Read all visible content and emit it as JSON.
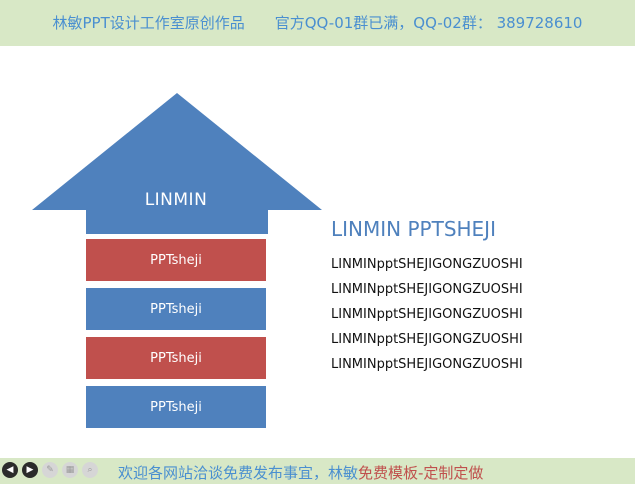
{
  "header": {
    "text": "林敏PPT设计工作室原创作品　　官方QQ-01群已满，QQ-02群： 389728610"
  },
  "slide": {
    "arrow_label": "LINMIN",
    "bars": [
      {
        "label": "PPTsheji",
        "color": "#c0504d"
      },
      {
        "label": "PPTsheji",
        "color": "#4f81bd"
      },
      {
        "label": "PPTsheji",
        "color": "#c0504d"
      },
      {
        "label": "PPTsheji",
        "color": "#4f81bd"
      }
    ],
    "heading": "LINMIN PPTSHEJI",
    "lines": [
      "LINMINpptSHEJIGONGZUOSHI",
      "LINMINpptSHEJIGONGZUOSHI",
      "LINMINpptSHEJIGONGZUOSHI",
      "LINMINpptSHEJIGONGZUOSHI",
      "LINMINpptSHEJIGONGZUOSHI"
    ],
    "colors": {
      "blue": "#4f81bd",
      "red": "#c0504d",
      "banner": "#d8e8c6"
    }
  },
  "footer": {
    "text_before": "欢迎各网站洽谈免费发布事宜，林敏",
    "text_highlight": "免费模板-定制定做"
  },
  "player": {
    "buttons": [
      {
        "icon": "prev-icon",
        "glyph": "◀"
      },
      {
        "icon": "play-icon",
        "glyph": "▶"
      },
      {
        "icon": "pen-icon",
        "glyph": "✎"
      },
      {
        "icon": "slides-icon",
        "glyph": "▦"
      },
      {
        "icon": "zoom-icon",
        "glyph": "⌕"
      }
    ]
  }
}
